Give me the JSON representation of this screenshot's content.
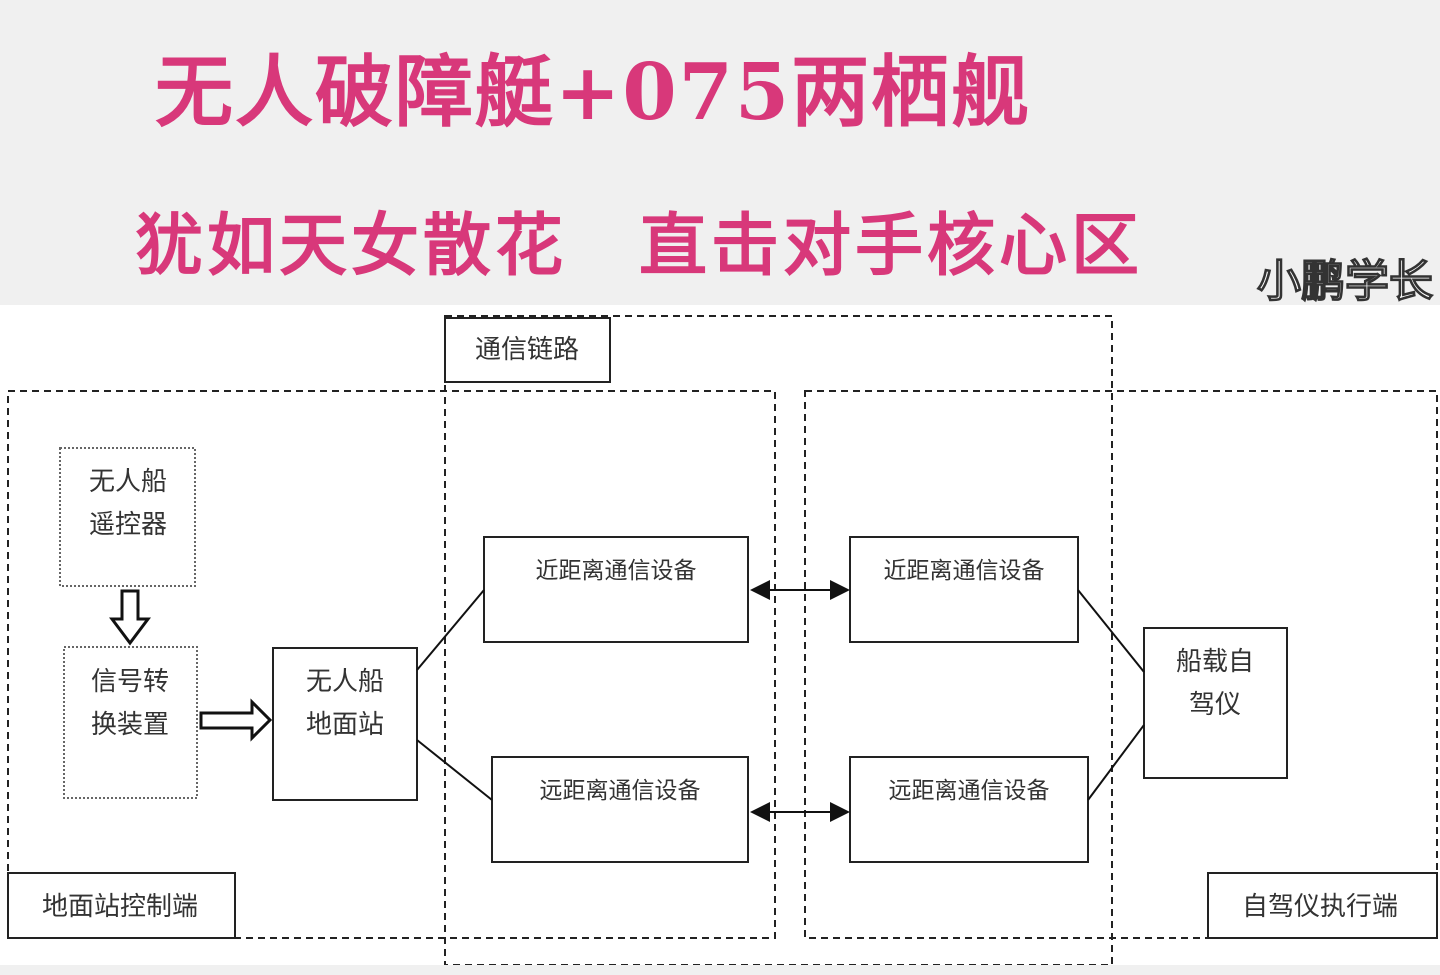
{
  "header": {
    "title_line1": "无人破障艇+075两栖舰",
    "title_line2": "犹如天女散花　直击对手核心区"
  },
  "diagram": {
    "comm_link_label": "通信链路",
    "ground_control_label": "地面站控制端",
    "autopilot_exec_label": "自驾仪执行端",
    "remote_controller": [
      "无人船",
      "遥控器"
    ],
    "signal_converter": [
      "信号转",
      "换装置"
    ],
    "ground_station": [
      "无人船",
      "地面站"
    ],
    "short_range_left": "近距离通信设备",
    "long_range_left": "远距离通信设备",
    "short_range_right": "近距离通信设备",
    "long_range_right": "远距离通信设备",
    "autopilot": [
      "船载自",
      "驾仪"
    ]
  },
  "watermark": "小鹏学长"
}
